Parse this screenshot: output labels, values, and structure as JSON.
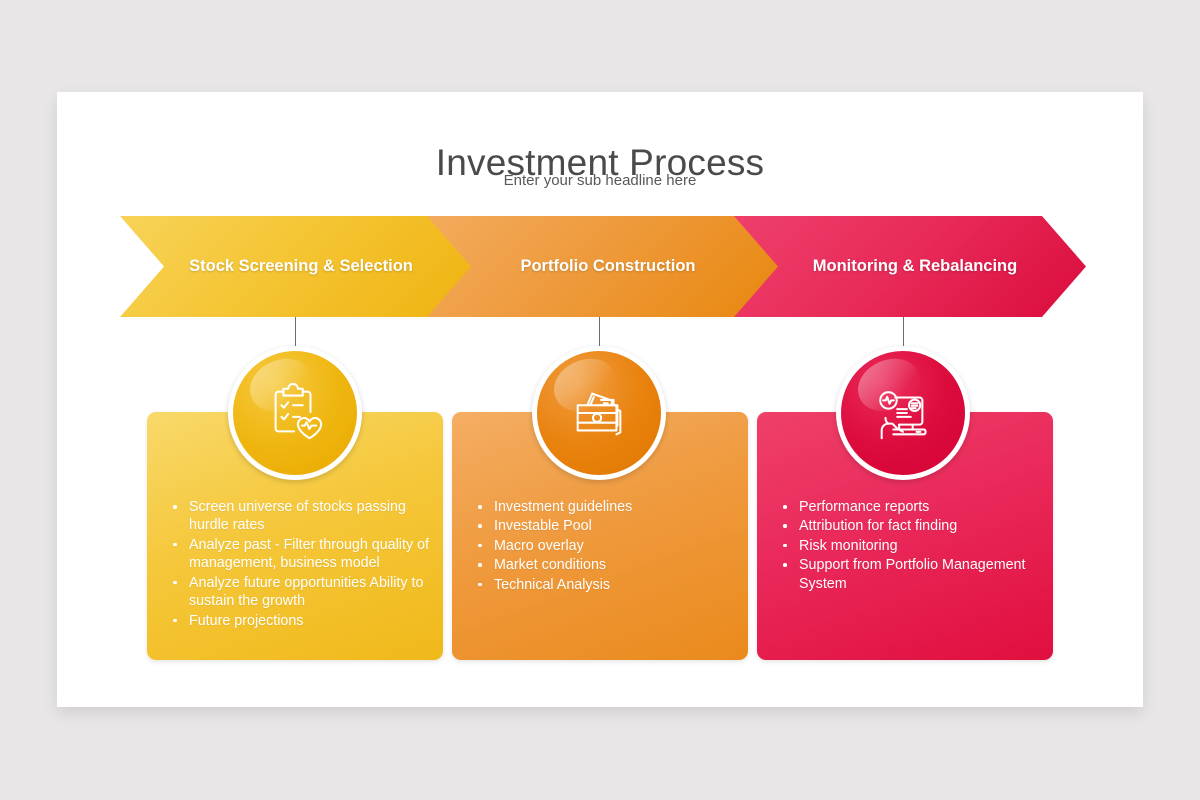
{
  "header": {
    "title": "Investment Process",
    "subtitle": "Enter your sub headline here"
  },
  "steps": [
    {
      "banner_label": "Stock Screening & Selection",
      "icon": "clipboard-heart-icon",
      "color": "#efb310",
      "bullets": [
        "Screen universe of stocks passing hurdle rates",
        "Analyze past - Filter through quality of management, business model",
        "Analyze future opportunities Ability to sustain the growth",
        "Future projections"
      ]
    },
    {
      "banner_label": "Portfolio Construction",
      "icon": "wallet-documents-icon",
      "color": "#e8870e",
      "bullets": [
        "Investment guidelines",
        "Investable Pool",
        "Macro overlay",
        "Market conditions",
        "Technical Analysis"
      ]
    },
    {
      "banner_label": "Monitoring & Rebalancing",
      "icon": "analyst-monitor-icon",
      "color": "#d90c3d",
      "bullets": [
        "Performance reports",
        "Attribution for fact finding",
        "Risk monitoring",
        "Support from Portfolio Management System"
      ]
    }
  ]
}
